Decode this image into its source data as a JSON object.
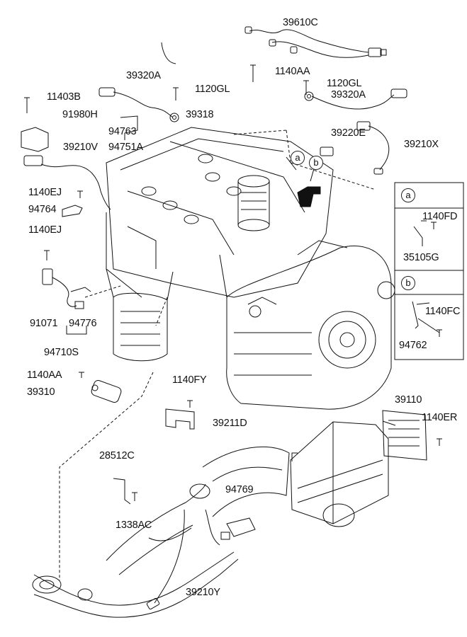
{
  "callouts": {
    "a_top": "a",
    "b_top": "b",
    "a_box": "a",
    "b_box": "b"
  },
  "labels": {
    "p39610C": "39610C",
    "p1140AA_top": "1140AA",
    "p39320A_left": "39320A",
    "p1120GL_left": "1120GL",
    "p11403B": "11403B",
    "p1120GL_right": "1120GL",
    "p39320A_right": "39320A",
    "p39318": "39318",
    "p91980H": "91980H",
    "p94763": "94763",
    "p94751A": "94751A",
    "p39220E": "39220E",
    "p39210V": "39210V",
    "p39210X": "39210X",
    "p1140EJ_a": "1140EJ",
    "p94764": "94764",
    "p1140EJ_b": "1140EJ",
    "p1140FD": "1140FD",
    "p35105G": "35105G",
    "p91071": "91071",
    "p94776": "94776",
    "p94710S": "94710S",
    "p1140FC": "1140FC",
    "p94762": "94762",
    "p1140AA_low": "1140AA",
    "p39310": "39310",
    "p1140FY": "1140FY",
    "p39211D": "39211D",
    "p39110": "39110",
    "p1140ER": "1140ER",
    "p28512C": "28512C",
    "p94769": "94769",
    "p1338AC": "1338AC",
    "p39210Y": "39210Y"
  }
}
